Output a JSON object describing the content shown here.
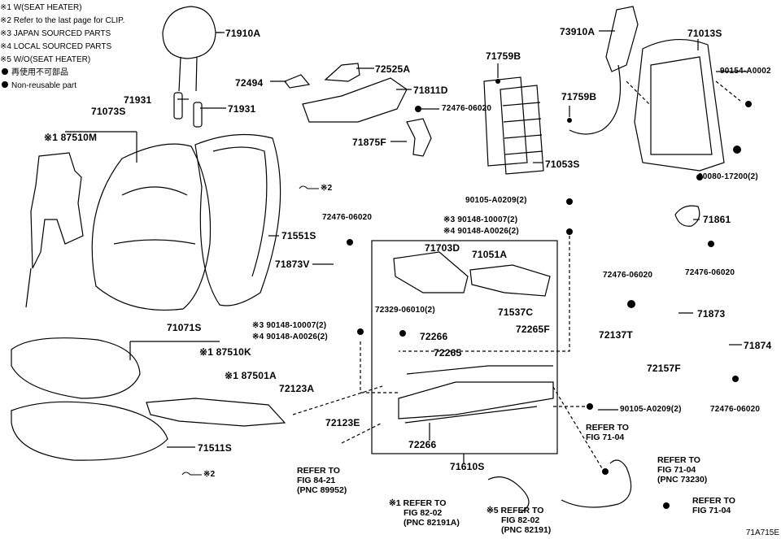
{
  "legend": [
    "※1 W(SEAT HEATER)",
    "※2 Refer to the last page for CLIP.",
    "※3 JAPAN SOURCED PARTS",
    "※4 LOCAL SOURCED PARTS",
    "※5 W/O(SEAT HEATER)",
    "再使用不可部品",
    "Non-reusable part"
  ],
  "parts": {
    "p71910A": "71910A",
    "p71931a": "71931",
    "p71931b": "71931",
    "p71073S": "71073S",
    "p87510M": "※1 87510M",
    "p72525A": "72525A",
    "p72494": "72494",
    "p71811D": "71811D",
    "p72476a": "72476-06020",
    "p71875F": "71875F",
    "p71759Ba": "71759B",
    "p71759Bb": "71759B",
    "p71053S": "71053S",
    "p73910A": "73910A",
    "p71013S": "71013S",
    "p90154": "90154-A0002",
    "p90080": "90080-17200(2)",
    "p71551S": "71551S",
    "p72476b": "72476-06020",
    "p71873V": "71873V",
    "p90105a": "90105-A0209(2)",
    "p90148a": "※3 90148-10007(2)",
    "p90148b": "※4 90148-A0026(2)",
    "p71703D": "71703D",
    "p71051A": "71051A",
    "p72329": "72329-06010(2)",
    "p71537C": "71537C",
    "p72266a": "72266",
    "p72265F": "72265F",
    "p72265": "72265",
    "p71861": "71861",
    "p72476c": "72476-06020",
    "p72476d": "72476-06020",
    "p71873": "71873",
    "p72137T": "72137T",
    "p71874": "71874",
    "p72157F": "72157F",
    "p72476e": "72476-06020",
    "p71071S": "71071S",
    "p87510K": "※1 87510K",
    "p87501A": "※1 87501A",
    "p72123A": "72123A",
    "p90148c": "※3 90148-10007(2)",
    "p90148d": "※4 90148-A0026(2)",
    "p72123E": "72123E",
    "p72266b": "72266",
    "p71511S": "71511S",
    "p71610S": "71610S",
    "p90105b": "90105-A0209(2)",
    "clip1": "※2",
    "clip2": "※2"
  },
  "refs": {
    "r1": [
      "REFER TO",
      "FIG 84-21",
      "(PNC 89952)"
    ],
    "r2": [
      "※1 REFER TO",
      "FIG 82-02",
      "(PNC 82191A)"
    ],
    "r3": [
      "※5 REFER TO",
      "FIG 82-02",
      "(PNC 82191)"
    ],
    "r4": [
      "REFER TO",
      "FIG 71-04"
    ],
    "r5": [
      "REFER TO",
      "FIG 71-04",
      "(PNC 73230)"
    ],
    "r6": [
      "REFER TO",
      "FIG 71-04"
    ]
  },
  "figure_code": "71A715E"
}
